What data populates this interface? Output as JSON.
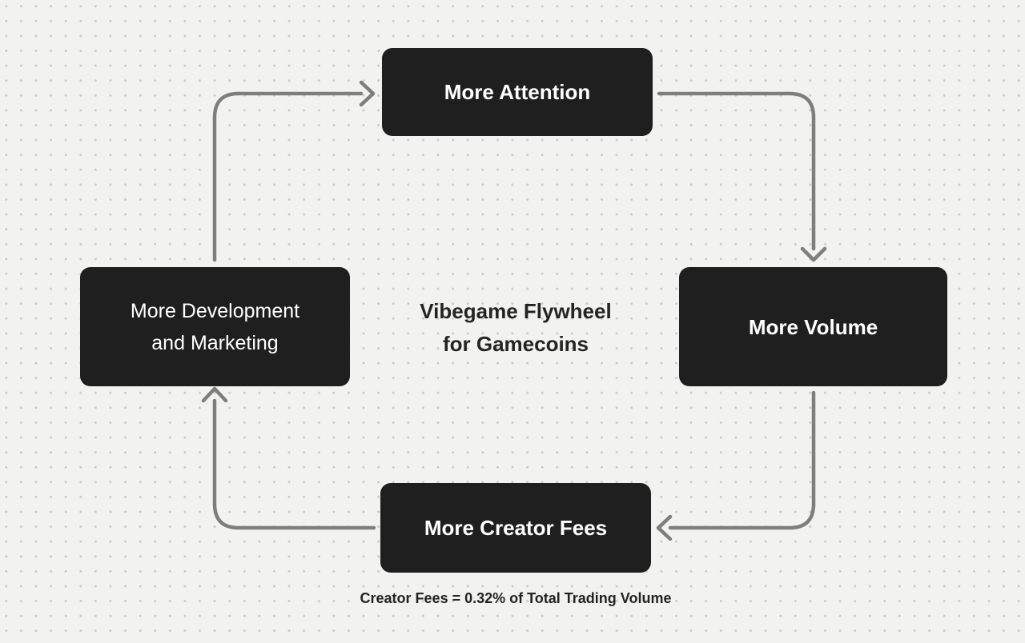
{
  "diagram": {
    "title": "Vibegame Flywheel\nfor Gamecoins",
    "caption": "Creator Fees = 0.32% of Total Trading Volume",
    "nodes": [
      {
        "id": "more-attention",
        "label": "More Attention"
      },
      {
        "id": "more-volume",
        "label": "More Volume"
      },
      {
        "id": "more-creator-fees",
        "label": "More Creator Fees"
      },
      {
        "id": "more-development-and-marketing",
        "label": "More Development\nand Marketing"
      }
    ],
    "edges": [
      {
        "from": "more-development-and-marketing",
        "to": "more-attention"
      },
      {
        "from": "more-attention",
        "to": "more-volume"
      },
      {
        "from": "more-volume",
        "to": "more-creator-fees"
      },
      {
        "from": "more-creator-fees",
        "to": "more-development-and-marketing"
      }
    ],
    "colors": {
      "background": "#f2f2f0",
      "dot": "#c9c9c7",
      "node_bg": "#1e1f1e",
      "node_text": "#ffffff",
      "arrow": "#7e7e7e",
      "text": "#242424"
    }
  }
}
